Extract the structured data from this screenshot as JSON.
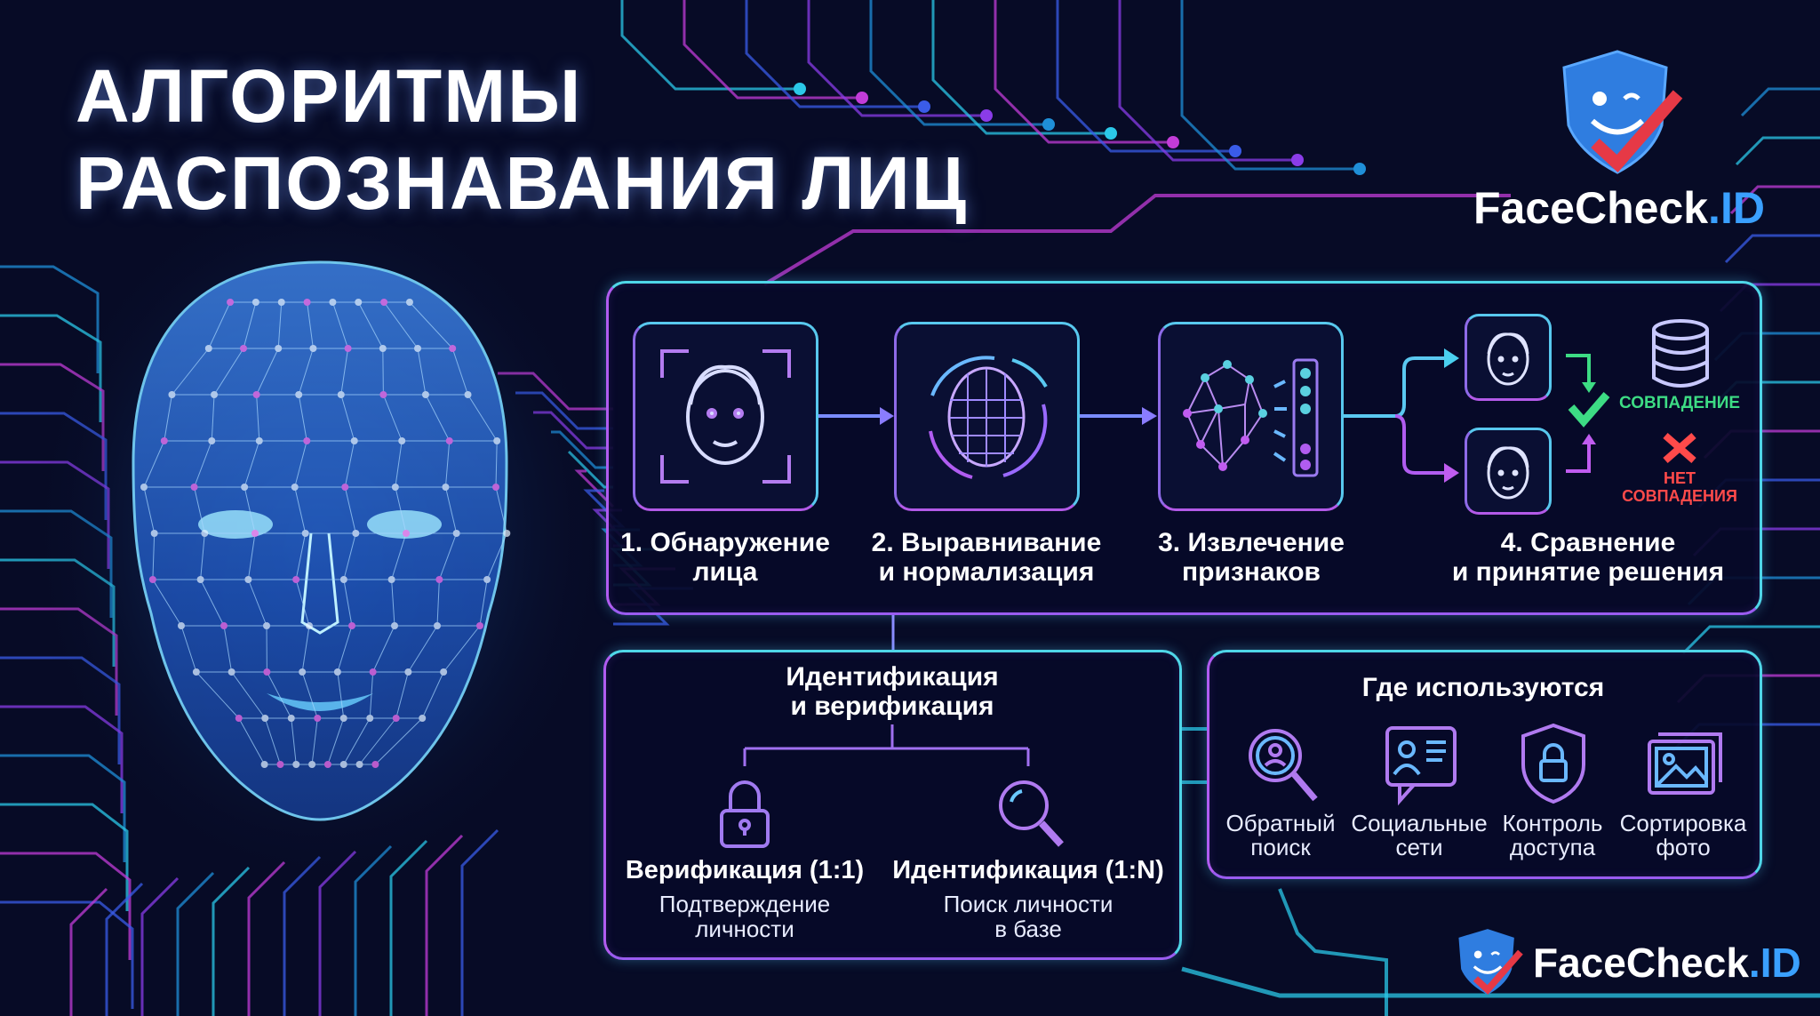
{
  "title": {
    "line1": "АЛГОРИТМЫ",
    "line2": "РАСПОЗНАВАНИЯ ЛИЦ"
  },
  "brand": {
    "name": "FaceCheck",
    "suffix": ".ID",
    "accent": "#3aa0ff"
  },
  "pipeline": {
    "steps": [
      {
        "line1": "1. Обнаружение",
        "line2": "лица",
        "icon": "face-detection-icon"
      },
      {
        "line1": "2. Выравнивание",
        "line2": "и нормализация",
        "icon": "face-alignment-icon"
      },
      {
        "line1": "3. Извлечение",
        "line2": "признаков",
        "icon": "feature-extraction-icon"
      },
      {
        "line1": "4. Сравнение",
        "line2": "и принятие решения",
        "icon": "face-compare-icon"
      }
    ],
    "match_label": "СОВПАДЕНИЕ",
    "match_color": "#3ddc84",
    "nomatch_line1": "НЕТ",
    "nomatch_line2": "СОВПАДЕНИЯ",
    "nomatch_color": "#ff4a4a"
  },
  "ident": {
    "title_line1": "Идентификация",
    "title_line2": "и верификация",
    "items": [
      {
        "title": "Верификация (1:1)",
        "sub1": "Подтверждение",
        "sub2": "личности",
        "icon": "lock-icon"
      },
      {
        "title": "Идентификация (1:N)",
        "sub1": "Поиск личности",
        "sub2": "в базе",
        "icon": "magnifier-icon"
      }
    ]
  },
  "usage": {
    "title": "Где используются",
    "items": [
      {
        "line1": "Обратный",
        "line2": "поиск",
        "icon": "reverse-search-icon"
      },
      {
        "line1": "Социальные",
        "line2": "сети",
        "icon": "social-profile-icon"
      },
      {
        "line1": "Контроль",
        "line2": "доступа",
        "icon": "shield-lock-icon"
      },
      {
        "line1": "Сортировка",
        "line2": "фото",
        "icon": "photo-gallery-icon"
      }
    ]
  }
}
